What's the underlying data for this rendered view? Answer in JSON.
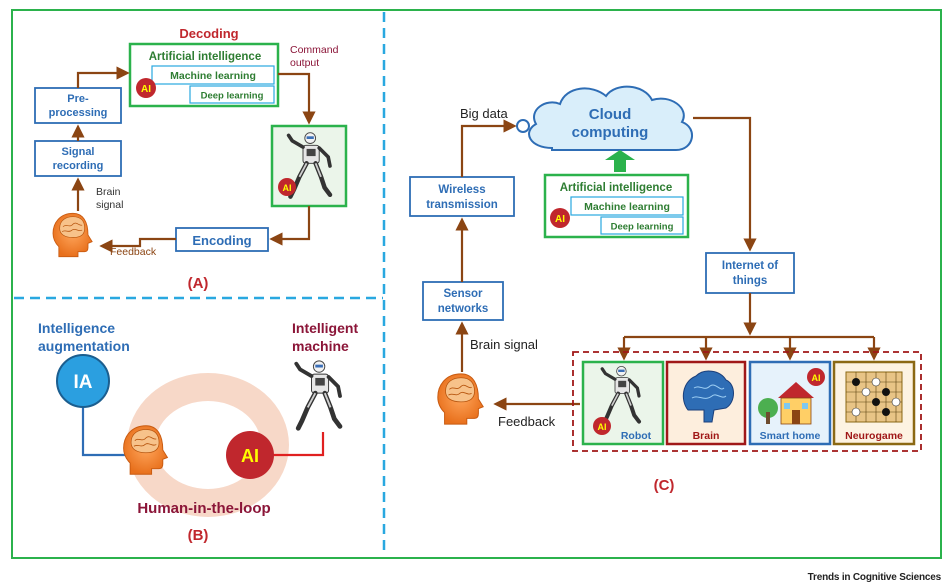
{
  "panelA": {
    "decoding_title": "Decoding",
    "ai_title": "Artificial intelligence",
    "ml_label": "Machine learning",
    "dl_label": "Deep learning",
    "ai_badge": "AI",
    "command_output_line1": "Command",
    "command_output_line2": "output",
    "preprocessing_line1": "Pre-",
    "preprocessing_line2": "processing",
    "signal_recording_line1": "Signal",
    "signal_recording_line2": "recording",
    "brain_signal_line1": "Brain",
    "brain_signal_line2": "signal",
    "encoding": "Encoding",
    "feedback": "Feedback",
    "panel_label": "(A)"
  },
  "panelB": {
    "ia_label_line1": "Intelligence",
    "ia_label_line2": "augmentation",
    "im_label_line1": "Intelligent",
    "im_label_line2": "machine",
    "ia_circle": "IA",
    "ai_circle": "AI",
    "hitl": "Human-in-the-loop",
    "panel_label": "(B)"
  },
  "panelC": {
    "cloud_line1": "Cloud",
    "cloud_line2": "computing",
    "big_data": "Big data",
    "ai_title": "Artificial intelligence",
    "ml_label": "Machine learning",
    "dl_label": "Deep learning",
    "ai_badge": "AI",
    "wireless_line1": "Wireless",
    "wireless_line2": "transmission",
    "sensor_line1": "Sensor",
    "sensor_line2": "networks",
    "brain_signal": "Brain signal",
    "iot_line1": "Internet of",
    "iot_line2": "things",
    "feedback": "Feedback",
    "apps": [
      "Robot",
      "Brain",
      "Smart home",
      "Neurogame"
    ],
    "panel_label": "(C)"
  },
  "footer": "Trends in Cognitive Sciences"
}
